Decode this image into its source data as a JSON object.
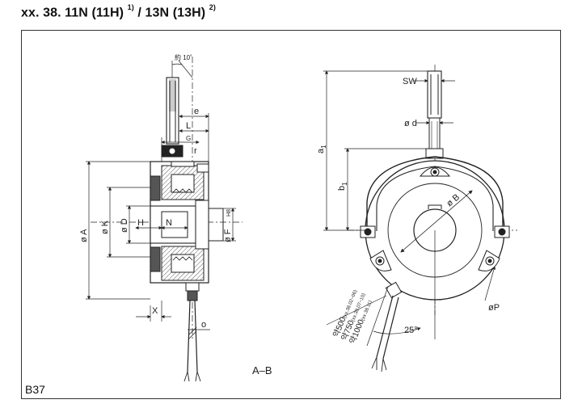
{
  "header": {
    "title_main": "xx. 38. 11N (11H)",
    "title_sup1": "1)",
    "title_mid": " / 13N (13H)",
    "title_sup2": "2)"
  },
  "page_ref": "B37",
  "section_label": "A–B",
  "side_view": {
    "angle_label": "約 10˚",
    "dim_e": "e",
    "dim_L": "L",
    "dim_G": "G",
    "dim_r": "r",
    "dim_A": "ø A",
    "dim_K": "ø K",
    "dim_D": "ø D",
    "dim_H": "H",
    "dim_N": "N",
    "dim_F": "ø F",
    "dim_F_tol": "H8",
    "dim_X": "X",
    "dim_o": "o"
  },
  "front_view": {
    "dim_SW": "SW",
    "dim_d": "ø d",
    "dim_a1": "a",
    "dim_a1_sub": "1",
    "dim_b1": "b",
    "dim_b1_sub": "1",
    "dim_B": "ø B",
    "dim_P": "øP",
    "angle_25": "25°",
    "cable_1_main": "약500",
    "cable_1_sub": "(xx.38.02~06)",
    "cable_2_main": "약750",
    "cable_2_sub": "(xx.38.07~10)",
    "cable_3_main": "약1000",
    "cable_3_sub": "(xx.38.11)"
  }
}
